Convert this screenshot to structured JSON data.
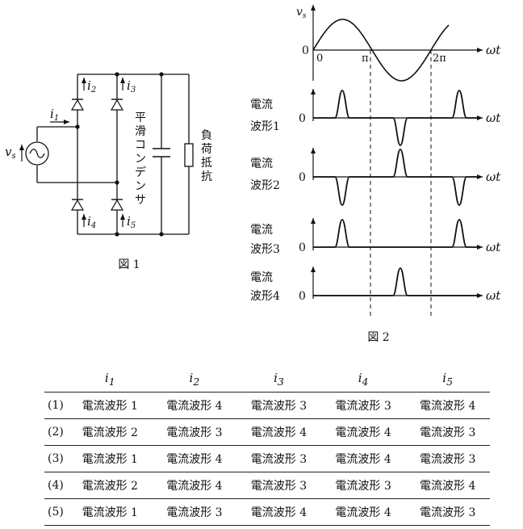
{
  "figure1": {
    "caption": "図 1",
    "source_label": "v",
    "source_sub": "s",
    "currents": [
      {
        "name": "i",
        "sub": "1"
      },
      {
        "name": "i",
        "sub": "2"
      },
      {
        "name": "i",
        "sub": "3"
      },
      {
        "name": "i",
        "sub": "4"
      },
      {
        "name": "i",
        "sub": "5"
      }
    ],
    "capacitor_label": [
      "平",
      "滑",
      "コ",
      "ン",
      "デ",
      "ン",
      "サ"
    ],
    "load_label": [
      "負",
      "荷",
      "抵",
      "抗"
    ]
  },
  "figure2": {
    "caption": "図 2",
    "vs_label": "v",
    "vs_sub": "s",
    "axis_label": "ωt",
    "zero": "0",
    "pi": "π",
    "two_pi": "2π",
    "waveforms": [
      {
        "line1": "電流",
        "line2": "波形1"
      },
      {
        "line1": "電流",
        "line2": "波形2"
      },
      {
        "line1": "電流",
        "line2": "波形3"
      },
      {
        "line1": "電流",
        "line2": "波形4"
      }
    ]
  },
  "table": {
    "headers": [
      {
        "name": "i",
        "sub": "1"
      },
      {
        "name": "i",
        "sub": "2"
      },
      {
        "name": "i",
        "sub": "3"
      },
      {
        "name": "i",
        "sub": "4"
      },
      {
        "name": "i",
        "sub": "5"
      }
    ],
    "rows": [
      {
        "num": "(1)",
        "cells": [
          "電流波形 1",
          "電流波形 4",
          "電流波形 3",
          "電流波形 3",
          "電流波形 4"
        ]
      },
      {
        "num": "(2)",
        "cells": [
          "電流波形 2",
          "電流波形 3",
          "電流波形 4",
          "電流波形 4",
          "電流波形 3"
        ]
      },
      {
        "num": "(3)",
        "cells": [
          "電流波形 1",
          "電流波形 4",
          "電流波形 3",
          "電流波形 4",
          "電流波形 3"
        ]
      },
      {
        "num": "(4)",
        "cells": [
          "電流波形 2",
          "電流波形 4",
          "電流波形 3",
          "電流波形 3",
          "電流波形 4"
        ]
      },
      {
        "num": "(5)",
        "cells": [
          "電流波形 1",
          "電流波形 3",
          "電流波形 4",
          "電流波形 4",
          "電流波形 3"
        ]
      }
    ]
  }
}
